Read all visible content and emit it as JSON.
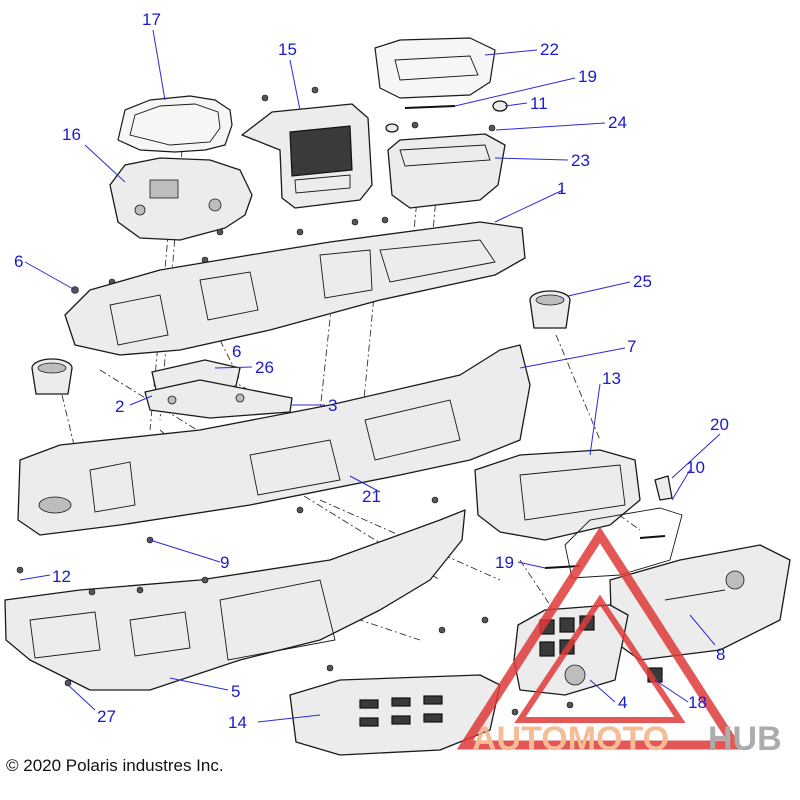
{
  "footer": {
    "copyright": "© 2020 Polaris industres Inc."
  },
  "watermark": {
    "word_a": "AUTOMOTO",
    "word_b": "HUB",
    "color_a": "#f4b183",
    "color_b": "#9e9e9e",
    "triangle_color": "#e03a3a"
  },
  "parts_color": "#ececec",
  "callout_color": "#1a1acc",
  "callouts": [
    {
      "id": "17",
      "label": "17"
    },
    {
      "id": "15",
      "label": "15"
    },
    {
      "id": "22",
      "label": "22"
    },
    {
      "id": "19a",
      "label": "19"
    },
    {
      "id": "11",
      "label": "11"
    },
    {
      "id": "24",
      "label": "24"
    },
    {
      "id": "16",
      "label": "16"
    },
    {
      "id": "23",
      "label": "23"
    },
    {
      "id": "1",
      "label": "1"
    },
    {
      "id": "6a",
      "label": "6"
    },
    {
      "id": "25",
      "label": "25"
    },
    {
      "id": "6b",
      "label": "6"
    },
    {
      "id": "7",
      "label": "7"
    },
    {
      "id": "26",
      "label": "26"
    },
    {
      "id": "13",
      "label": "13"
    },
    {
      "id": "2",
      "label": "2"
    },
    {
      "id": "3",
      "label": "3"
    },
    {
      "id": "20",
      "label": "20"
    },
    {
      "id": "10",
      "label": "10"
    },
    {
      "id": "21",
      "label": "21"
    },
    {
      "id": "9",
      "label": "9"
    },
    {
      "id": "19b",
      "label": "19"
    },
    {
      "id": "12",
      "label": "12"
    },
    {
      "id": "8",
      "label": "8"
    },
    {
      "id": "5",
      "label": "5"
    },
    {
      "id": "4",
      "label": "4"
    },
    {
      "id": "18",
      "label": "18"
    },
    {
      "id": "27",
      "label": "27"
    },
    {
      "id": "14",
      "label": "14"
    }
  ]
}
